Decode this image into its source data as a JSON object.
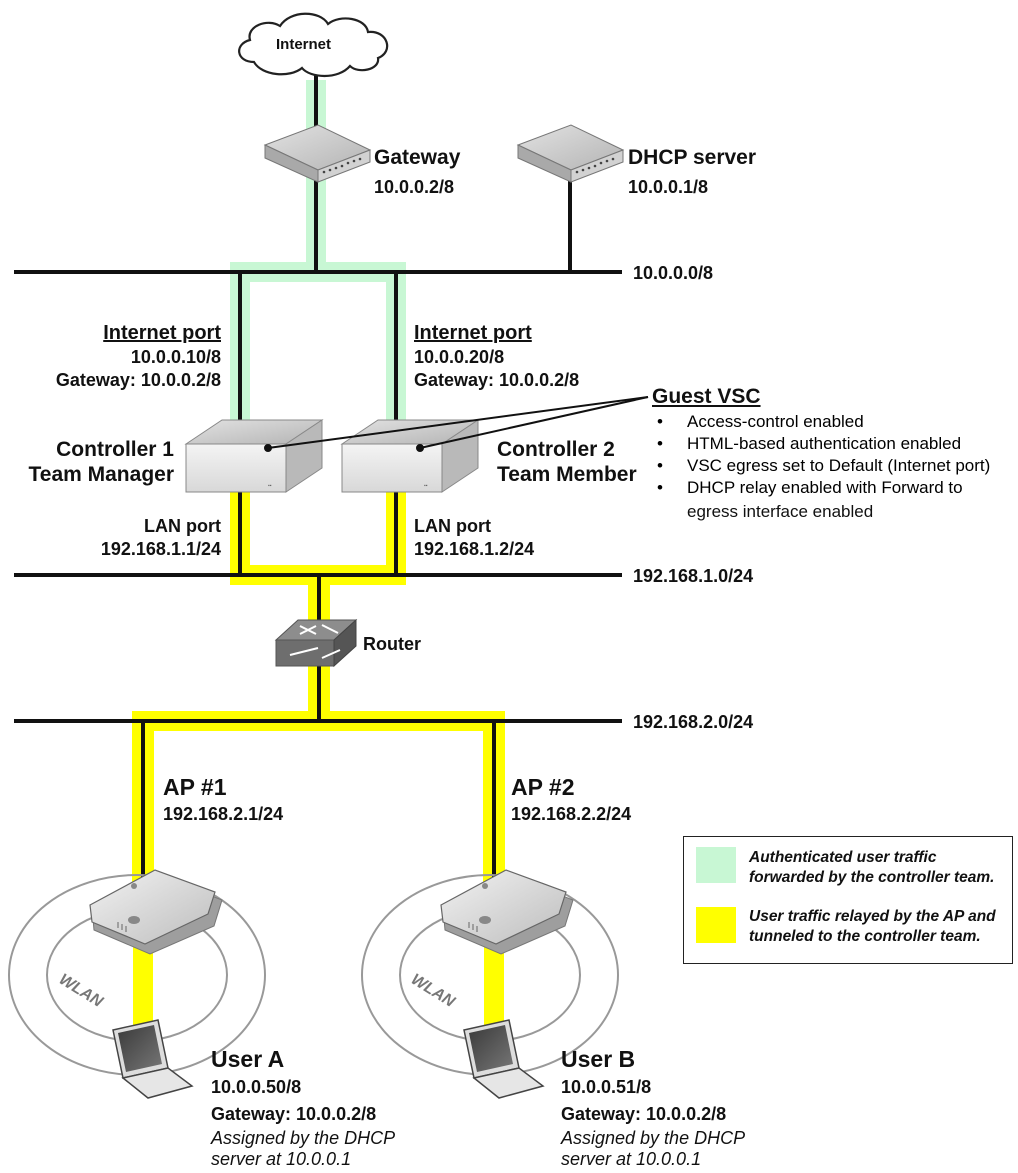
{
  "colors": {
    "authenticated_traffic": "#c8f7d4",
    "relayed_traffic": "#ffff00",
    "wire": "#111111",
    "device_gray": "#c9c9c9"
  },
  "internet": {
    "label": "Internet"
  },
  "gateway": {
    "name": "Gateway",
    "ip": "10.0.0.2/8"
  },
  "dhcp_server": {
    "name": "DHCP server",
    "ip": "10.0.0.1/8"
  },
  "networks": {
    "wan": "10.0.0.0/8",
    "lan": "192.168.1.0/24",
    "ap_net": "192.168.2.0/24"
  },
  "controller1": {
    "internet_port_title": "Internet port",
    "internet_port_ip": "10.0.0.10/8",
    "internet_port_gateway": "Gateway: 10.0.0.2/8",
    "name_line1": "Controller 1",
    "name_line2": "Team Manager",
    "lan_port_title": "LAN port",
    "lan_port_ip": "192.168.1.1/24"
  },
  "controller2": {
    "internet_port_title": "Internet port",
    "internet_port_ip": "10.0.0.20/8",
    "internet_port_gateway": "Gateway: 10.0.0.2/8",
    "name_line1": "Controller 2",
    "name_line2": "Team Member",
    "lan_port_title": "LAN port",
    "lan_port_ip": "192.168.1.2/24"
  },
  "guest_vsc": {
    "title": "Guest VSC",
    "features": [
      "Access-control enabled",
      "HTML-based authentication enabled",
      "VSC egress set to Default (Internet port)",
      "DHCP relay enabled with Forward to"
    ],
    "feature_continuation": "egress interface enabled"
  },
  "router": {
    "label": "Router"
  },
  "ap1": {
    "name": "AP #1",
    "ip": "192.168.2.1/24",
    "wlan": "WLAN"
  },
  "ap2": {
    "name": "AP #2",
    "ip": "192.168.2.2/24",
    "wlan": "WLAN"
  },
  "user_a": {
    "name": "User A",
    "ip": "10.0.0.50/8",
    "gateway": "Gateway: 10.0.0.2/8",
    "note_line1": "Assigned by the DHCP",
    "note_line2": "server at 10.0.0.1"
  },
  "user_b": {
    "name": "User B",
    "ip": "10.0.0.51/8",
    "gateway": "Gateway: 10.0.0.2/8",
    "note_line1": "Assigned by the DHCP",
    "note_line2": "server at 10.0.0.1"
  },
  "legend": {
    "authenticated_line1": "Authenticated user traffic",
    "authenticated_line2": "forwarded by the controller team.",
    "relayed_line1": "User traffic relayed by the AP and",
    "relayed_line2": "tunneled to the controller team."
  }
}
